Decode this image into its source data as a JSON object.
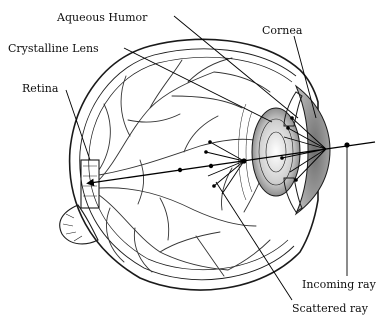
{
  "diagram": {
    "labels": {
      "aqueous_humor": "Aqueous Humor",
      "cornea": "Cornea",
      "crystalline_lens": "Crystalline Lens",
      "retina": "Retina",
      "incoming_ray": "Incoming ray",
      "scattered_ray": "Scattered ray"
    },
    "colors": {
      "ink": "#1a1a1a",
      "shading": "#9a9a9a",
      "background": "#ffffff"
    }
  }
}
